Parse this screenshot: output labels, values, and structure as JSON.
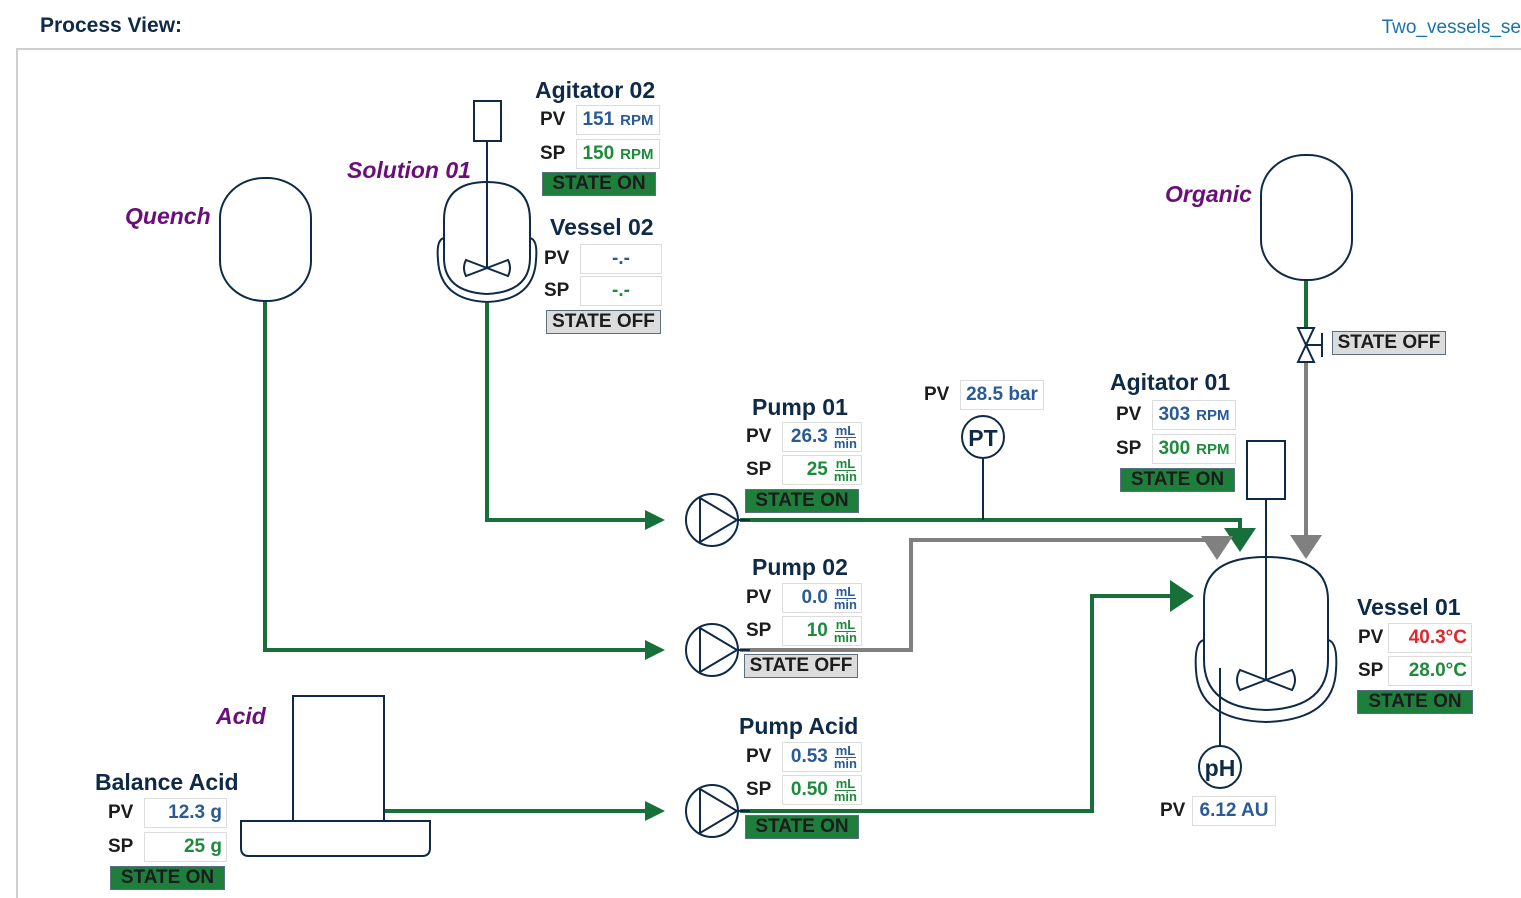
{
  "header": {
    "title": "Process View:",
    "file_link": "Two_vessels_se"
  },
  "colors": {
    "line_active": "#17703a",
    "line_inactive": "#808080",
    "equipment_stroke": "#0e2a47",
    "state_on": "#1e7e3c",
    "state_off": "#dcdcdc"
  },
  "tanks": {
    "quench": "Quench",
    "solution01": "Solution 01",
    "organic": "Organic",
    "acid": "Acid"
  },
  "agitator02": {
    "title": "Agitator 02",
    "pv_tag": "PV",
    "pv": "151",
    "pv_unit": "RPM",
    "sp_tag": "SP",
    "sp": "150",
    "sp_unit": "RPM",
    "state": "STATE ON"
  },
  "vessel02": {
    "title": "Vessel 02",
    "pv_tag": "PV",
    "pv": "-.-",
    "sp_tag": "SP",
    "sp": "-.-",
    "state": "STATE OFF"
  },
  "pump01": {
    "title": "Pump 01",
    "pv_tag": "PV",
    "pv": "26.3",
    "sp_tag": "SP",
    "sp": "25",
    "unit_num": "mL",
    "unit_den": "min",
    "state": "STATE ON"
  },
  "pump02": {
    "title": "Pump 02",
    "pv_tag": "PV",
    "pv": "0.0",
    "sp_tag": "SP",
    "sp": "10",
    "unit_num": "mL",
    "unit_den": "min",
    "state": "STATE OFF"
  },
  "pump_acid": {
    "title": "Pump Acid",
    "pv_tag": "PV",
    "pv": "0.53",
    "sp_tag": "SP",
    "sp": "0.50",
    "unit_num": "mL",
    "unit_den": "min",
    "state": "STATE ON"
  },
  "pressure": {
    "symbol": "PT",
    "pv_tag": "PV",
    "pv": "28.5 bar"
  },
  "agitator01": {
    "title": "Agitator 01",
    "pv_tag": "PV",
    "pv": "303",
    "pv_unit": "RPM",
    "sp_tag": "SP",
    "sp": "300",
    "sp_unit": "RPM",
    "state": "STATE ON"
  },
  "organic_valve": {
    "state": "STATE OFF"
  },
  "vessel01": {
    "title": "Vessel 01",
    "pv_tag": "PV",
    "pv": "40.3°C",
    "sp_tag": "SP",
    "sp": "28.0°C",
    "state": "STATE ON"
  },
  "ph": {
    "symbol": "pH",
    "pv_tag": "PV",
    "pv": "6.12 AU"
  },
  "balance_acid": {
    "title": "Balance Acid",
    "pv_tag": "PV",
    "pv": "12.3 g",
    "sp_tag": "SP",
    "sp": "25 g",
    "state": "STATE ON"
  }
}
